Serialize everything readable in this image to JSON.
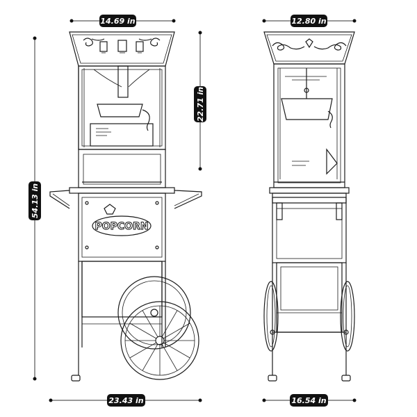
{
  "dimensions": {
    "front_top_width": "14.69 in",
    "side_top_width": "12.80 in",
    "front_cabinet_height": "22.71 in",
    "front_total_height": "54.13 in",
    "front_base_width": "23.43 in",
    "side_base_width": "16.54 in"
  },
  "cart_sign": {
    "letters": "POPCORN"
  },
  "colors": {
    "line": "#1a1a1a",
    "badge": "#111111",
    "badge_text": "#ffffff"
  }
}
